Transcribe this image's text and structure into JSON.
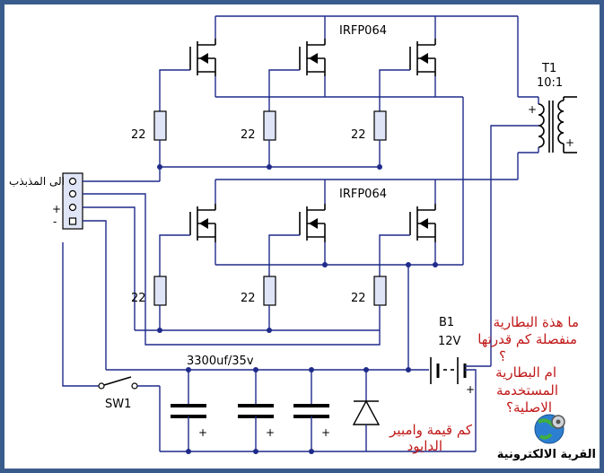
{
  "labels": {
    "mosfet_top": "IRFP064",
    "mosfet_bottom": "IRFP064",
    "transformer_name": "T1",
    "transformer_ratio": "10:1",
    "res_1": "22",
    "res_2": "22",
    "res_3": "22",
    "res_4": "22",
    "res_5": "22",
    "res_6": "22",
    "connector": "الى المذبذب",
    "pin_plus": "+",
    "pin_minus": "-",
    "battery_name": "B1",
    "battery_voltage": "12V",
    "capacitor_value": "3300uf/35v",
    "switch_name": "SW1",
    "plus": "+"
  },
  "annotations": {
    "battery_note_1": "ما هذة البطارية",
    "battery_note_2": "منفصلة كم قدرتها",
    "battery_note_3": "؟",
    "battery_note_4": "ام البطارية",
    "battery_note_5": "المستخدمة",
    "battery_note_6": "الاصلية؟",
    "diode_note_1": "كم قيمة وامبير",
    "diode_note_2": "الدايود"
  },
  "logo": {
    "text": "القرية الالكترونية",
    "icon": "globe-gear-icon"
  },
  "colors": {
    "wire": "#1f2a8a",
    "note": "#c01818",
    "frame": "#3a5c8c",
    "resistor_fill": "#dfe4f6"
  }
}
